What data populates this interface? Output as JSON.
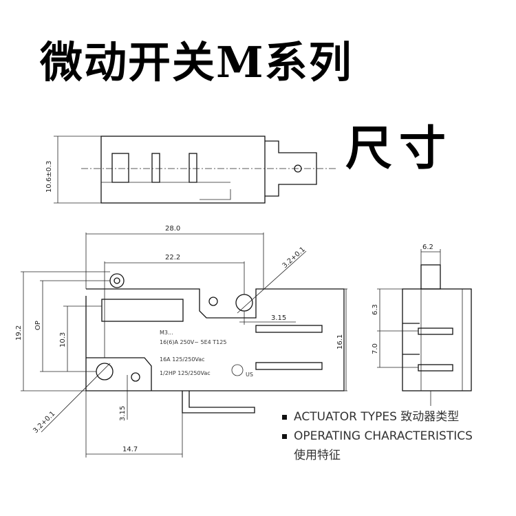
{
  "title": "微动开关M系列",
  "subtitle": "尺寸",
  "dimensions": {
    "top_height": "10.6±0.3",
    "overall_length": "28.0",
    "hole_spacing": "22.2",
    "hole_dia_top": "3.2+0.1",
    "hole_dia_bottom": "3.2+0.1",
    "terminal_offset": "3.15",
    "terminal_offset_bottom": "3.15",
    "left_height": "19.2",
    "op": "OP",
    "mid_height": "10.3",
    "right_height": "16.1",
    "bottom_length": "14.7",
    "side_width": "6.2",
    "side_upper": "6.3",
    "side_lower": "7.0"
  },
  "body_text": {
    "model": "M3...",
    "rating": "16(6)A 250V~  5E4  T125",
    "rating2": "16A 125/250Vac",
    "rating3": "1/2HP 125/250Vac",
    "cert": "US"
  },
  "legend": {
    "item1": "ACTUATOR TYPES 致动器类型",
    "item2": "OPERATING CHARACTERISTICS",
    "item2_cn": "使用特征"
  }
}
